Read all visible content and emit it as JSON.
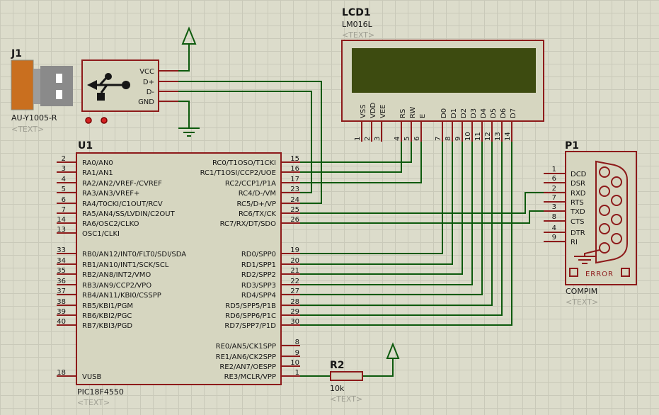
{
  "app": {
    "type": "schematic-canvas"
  },
  "colors": {
    "background": "#dcdccb",
    "grid_line": "#c9c9b9",
    "component_fill": "#d6d6c0",
    "component_outline": "#8d1a1a",
    "wire_green": "#0d5a0d",
    "pin_stub_red": "#8d1a1a",
    "lcd_screen": "#3d4b10",
    "usb_plug_orange": "#c96f1f",
    "usb_plug_gray": "#8a8a8a",
    "placeholder_gray": "#9e9e92",
    "error_text": "#8d1a1a"
  },
  "components": {
    "j1": {
      "ref": "J1",
      "part": "AU-Y1005-R",
      "placeholder": "<TEXT>",
      "pins": [
        "VCC",
        "D+",
        "D-",
        "GND"
      ]
    },
    "u1": {
      "ref": "U1",
      "part": "PIC18F4550",
      "placeholder": "<TEXT>",
      "left_pins": [
        {
          "num": "2",
          "label": "RA0/AN0"
        },
        {
          "num": "3",
          "label": "RA1/AN1"
        },
        {
          "num": "4",
          "label": "RA2/AN2/VREF-/CVREF"
        },
        {
          "num": "5",
          "label": "RA3/AN3/VREF+"
        },
        {
          "num": "6",
          "label": "RA4/T0CKI/C1OUT/RCV"
        },
        {
          "num": "7",
          "label": "RA5/AN4/SS/LVDIN/C2OUT"
        },
        {
          "num": "14",
          "label": "RA6/OSC2/CLKO"
        },
        {
          "num": "13",
          "label": "OSC1/CLKI"
        },
        {
          "num": "33",
          "label": "RB0/AN12/INT0/FLT0/SDI/SDA"
        },
        {
          "num": "34",
          "label": "RB1/AN10/INT1/SCK/SCL"
        },
        {
          "num": "35",
          "label": "RB2/AN8/INT2/VMO"
        },
        {
          "num": "36",
          "label": "RB3/AN9/CCP2/VPO"
        },
        {
          "num": "37",
          "label": "RB4/AN11/KBI0/CSSPP"
        },
        {
          "num": "38",
          "label": "RB5/KBI1/PGM"
        },
        {
          "num": "39",
          "label": "RB6/KBI2/PGC"
        },
        {
          "num": "40",
          "label": "RB7/KBI3/PGD"
        },
        {
          "num": "18",
          "label": "VUSB"
        }
      ],
      "right_pins": [
        {
          "num": "15",
          "label": "RC0/T1OSO/T1CKI"
        },
        {
          "num": "16",
          "label": "RC1/T1OSI/CCP2/UOE"
        },
        {
          "num": "17",
          "label": "RC2/CCP1/P1A"
        },
        {
          "num": "23",
          "label": "RC4/D-/VM"
        },
        {
          "num": "24",
          "label": "RC5/D+/VP"
        },
        {
          "num": "25",
          "label": "RC6/TX/CK"
        },
        {
          "num": "26",
          "label": "RC7/RX/DT/SDO"
        },
        {
          "num": "19",
          "label": "RD0/SPP0"
        },
        {
          "num": "20",
          "label": "RD1/SPP1"
        },
        {
          "num": "21",
          "label": "RD2/SPP2"
        },
        {
          "num": "22",
          "label": "RD3/SPP3"
        },
        {
          "num": "27",
          "label": "RD4/SPP4"
        },
        {
          "num": "28",
          "label": "RD5/SPP5/P1B"
        },
        {
          "num": "29",
          "label": "RD6/SPP6/P1C"
        },
        {
          "num": "30",
          "label": "RD7/SPP7/P1D"
        },
        {
          "num": "8",
          "label": "RE0/AN5/CK1SPP"
        },
        {
          "num": "9",
          "label": "RE1/AN6/CK2SPP"
        },
        {
          "num": "10",
          "label": "RE2/AN7/OESPP"
        },
        {
          "num": "1",
          "label": "RE3/MCLR/VPP"
        }
      ]
    },
    "lcd1": {
      "ref": "LCD1",
      "part": "LM016L",
      "placeholder": "<TEXT>",
      "pins": [
        {
          "num": "1",
          "label": "VSS"
        },
        {
          "num": "2",
          "label": "VDD"
        },
        {
          "num": "3",
          "label": "VEE"
        },
        {
          "num": "4",
          "label": "RS"
        },
        {
          "num": "5",
          "label": "RW"
        },
        {
          "num": "6",
          "label": "E"
        },
        {
          "num": "7",
          "label": "D0"
        },
        {
          "num": "8",
          "label": "D1"
        },
        {
          "num": "9",
          "label": "D2"
        },
        {
          "num": "10",
          "label": "D3"
        },
        {
          "num": "11",
          "label": "D4"
        },
        {
          "num": "12",
          "label": "D5"
        },
        {
          "num": "13",
          "label": "D6"
        },
        {
          "num": "14",
          "label": "D7"
        }
      ]
    },
    "p1": {
      "ref": "P1",
      "part": "COMPIM",
      "placeholder": "<TEXT>",
      "error_label": "ERROR",
      "pins": [
        {
          "num": "1",
          "label": "DCD"
        },
        {
          "num": "6",
          "label": "DSR"
        },
        {
          "num": "2",
          "label": "RXD"
        },
        {
          "num": "7",
          "label": "RTS"
        },
        {
          "num": "3",
          "label": "TXD"
        },
        {
          "num": "8",
          "label": "CTS"
        },
        {
          "num": "4",
          "label": "DTR"
        },
        {
          "num": "9",
          "label": "RI"
        }
      ]
    },
    "r2": {
      "ref": "R2",
      "value": "10k",
      "placeholder": "<TEXT>"
    }
  }
}
